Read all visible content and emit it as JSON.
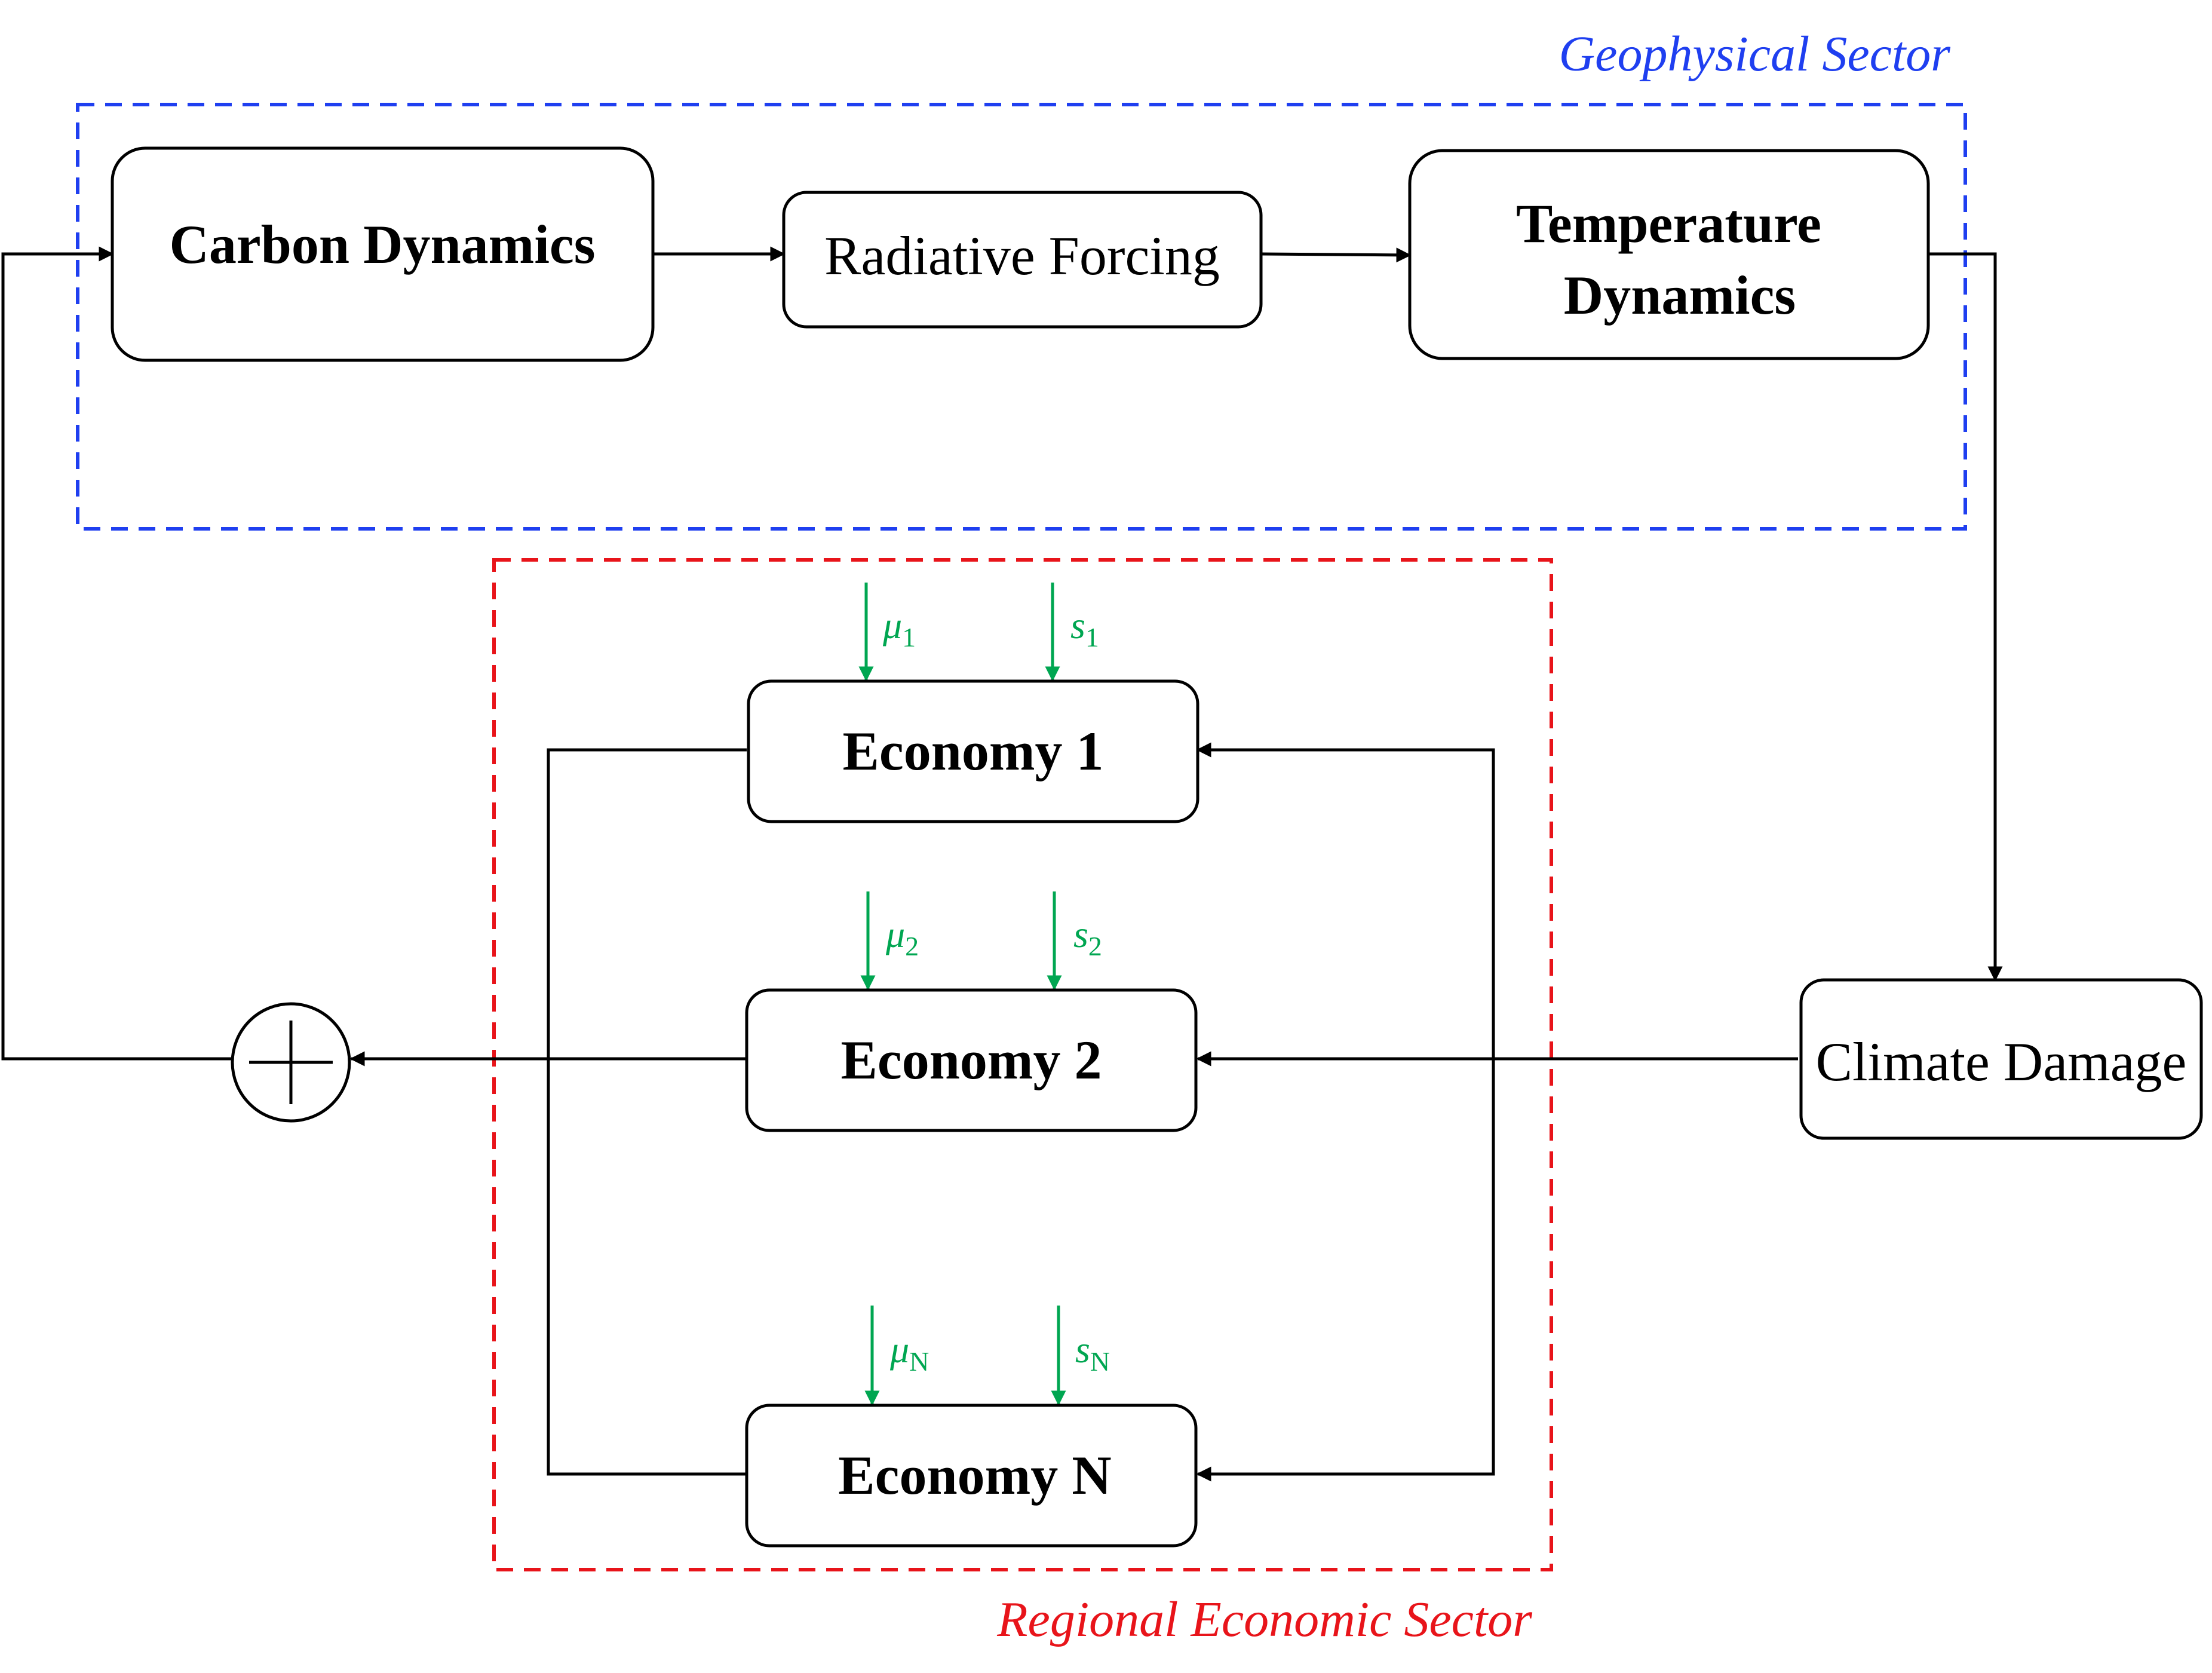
{
  "colors": {
    "geophysical": "#1f3ff0",
    "regional": "#e8141a",
    "control_arrows": "#00a651",
    "lines": "#000000"
  },
  "sectors": {
    "geophysical": {
      "title": "Geophysical Sector"
    },
    "regional": {
      "title": "Regional Economic Sector"
    }
  },
  "boxes": {
    "carbon": {
      "label": "Carbon Dynamics"
    },
    "radiative": {
      "label": "Radiative Forcing"
    },
    "temperature": {
      "line1": "Temperature",
      "line2": "Dynamics"
    },
    "damage": {
      "label": "Climate Damage"
    },
    "economy1": {
      "label": "Economy 1"
    },
    "economy2": {
      "label": "Economy 2"
    },
    "economyN": {
      "label": "Economy N"
    }
  },
  "sum_node": {
    "symbol": "+",
    "icon": "sum-junction-icon"
  },
  "controls": {
    "mu1": {
      "base": "μ",
      "sub": "1"
    },
    "s1": {
      "base": "s",
      "sub": "1"
    },
    "mu2": {
      "base": "μ",
      "sub": "2"
    },
    "s2": {
      "base": "s",
      "sub": "2"
    },
    "muN": {
      "base": "μ",
      "sub": "N"
    },
    "sN": {
      "base": "s",
      "sub": "N"
    }
  }
}
